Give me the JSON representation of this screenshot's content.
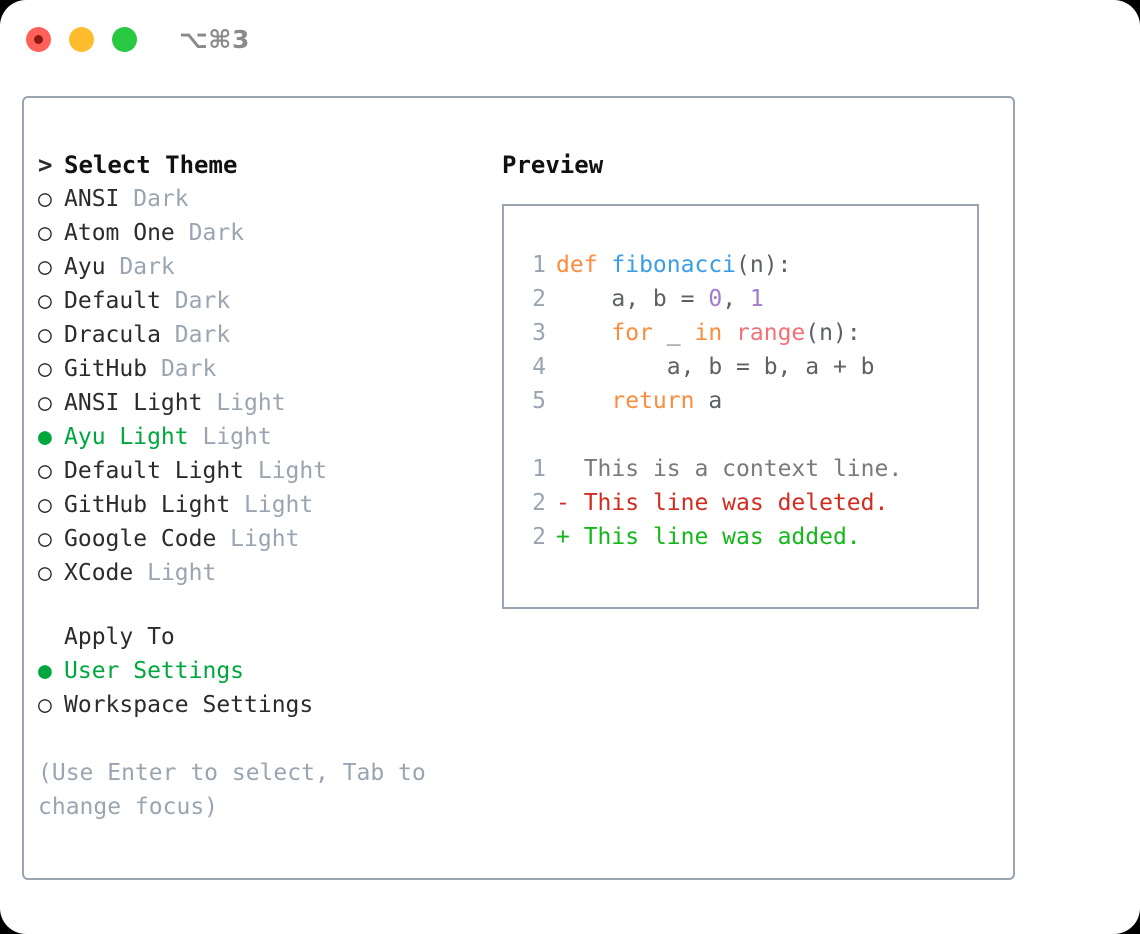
{
  "window": {
    "shortcut": "⌥⌘3",
    "traffic_lights": [
      "close",
      "minimize",
      "zoom"
    ]
  },
  "left": {
    "header": {
      "prompt": ">",
      "title": "Select Theme"
    },
    "themes": [
      {
        "marker": "○",
        "selected": false,
        "name": "ANSI",
        "variant": "Dark"
      },
      {
        "marker": "○",
        "selected": false,
        "name": "Atom One",
        "variant": "Dark"
      },
      {
        "marker": "○",
        "selected": false,
        "name": "Ayu",
        "variant": "Dark"
      },
      {
        "marker": "○",
        "selected": false,
        "name": "Default",
        "variant": "Dark"
      },
      {
        "marker": "○",
        "selected": false,
        "name": "Dracula",
        "variant": "Dark"
      },
      {
        "marker": "○",
        "selected": false,
        "name": "GitHub",
        "variant": "Dark"
      },
      {
        "marker": "○",
        "selected": false,
        "name": "ANSI Light",
        "variant": "Light"
      },
      {
        "marker": "●",
        "selected": true,
        "name": "Ayu Light",
        "variant": "Light"
      },
      {
        "marker": "○",
        "selected": false,
        "name": "Default Light",
        "variant": "Light"
      },
      {
        "marker": "○",
        "selected": false,
        "name": "GitHub Light",
        "variant": "Light"
      },
      {
        "marker": "○",
        "selected": false,
        "name": "Google Code",
        "variant": "Light"
      },
      {
        "marker": "○",
        "selected": false,
        "name": "XCode",
        "variant": "Light"
      }
    ],
    "apply_to": {
      "label": "Apply To",
      "options": [
        {
          "marker": "●",
          "selected": true,
          "name": "User Settings"
        },
        {
          "marker": "○",
          "selected": false,
          "name": "Workspace Settings"
        }
      ]
    },
    "hint": "(Use Enter to select, Tab to change focus)"
  },
  "right": {
    "title": "Preview",
    "code_lines": [
      {
        "no": "1",
        "tokens": [
          {
            "t": "def ",
            "c": "kw"
          },
          {
            "t": "fibonacci",
            "c": "fn"
          },
          {
            "t": "(n):",
            "c": "pun"
          }
        ]
      },
      {
        "no": "2",
        "tokens": [
          {
            "t": "    a, b = ",
            "c": "pun"
          },
          {
            "t": "0",
            "c": "num"
          },
          {
            "t": ", ",
            "c": "pun"
          },
          {
            "t": "1",
            "c": "num"
          }
        ]
      },
      {
        "no": "3",
        "tokens": [
          {
            "t": "    ",
            "c": "pun"
          },
          {
            "t": "for",
            "c": "kw"
          },
          {
            "t": " _ ",
            "c": "pun"
          },
          {
            "t": "in",
            "c": "kw"
          },
          {
            "t": " ",
            "c": "pun"
          },
          {
            "t": "range",
            "c": "bi"
          },
          {
            "t": "(n):",
            "c": "pun"
          }
        ]
      },
      {
        "no": "4",
        "tokens": [
          {
            "t": "        a, b = b, a + b",
            "c": "pun"
          }
        ]
      },
      {
        "no": "5",
        "tokens": [
          {
            "t": "    ",
            "c": "pun"
          },
          {
            "t": "return",
            "c": "kw"
          },
          {
            "t": " a",
            "c": "pun"
          }
        ]
      }
    ],
    "diff_lines": [
      {
        "no": "1",
        "sign": "  ",
        "text": "This is a context line.",
        "kind": "ctx"
      },
      {
        "no": "2",
        "sign": "- ",
        "text": "This line was deleted.",
        "kind": "del"
      },
      {
        "no": "2",
        "sign": "+ ",
        "text": "This line was added.",
        "kind": "add"
      }
    ]
  },
  "colors": {
    "accent_green": "#00A63E",
    "muted": "#9AA5B1",
    "border": "#9AA5B1",
    "keyword": "#FA8D3E",
    "function": "#399EE6",
    "number": "#A37ACC",
    "builtin": "#F07178",
    "diff_deleted": "#D32B1E",
    "diff_added": "#14B81A"
  }
}
